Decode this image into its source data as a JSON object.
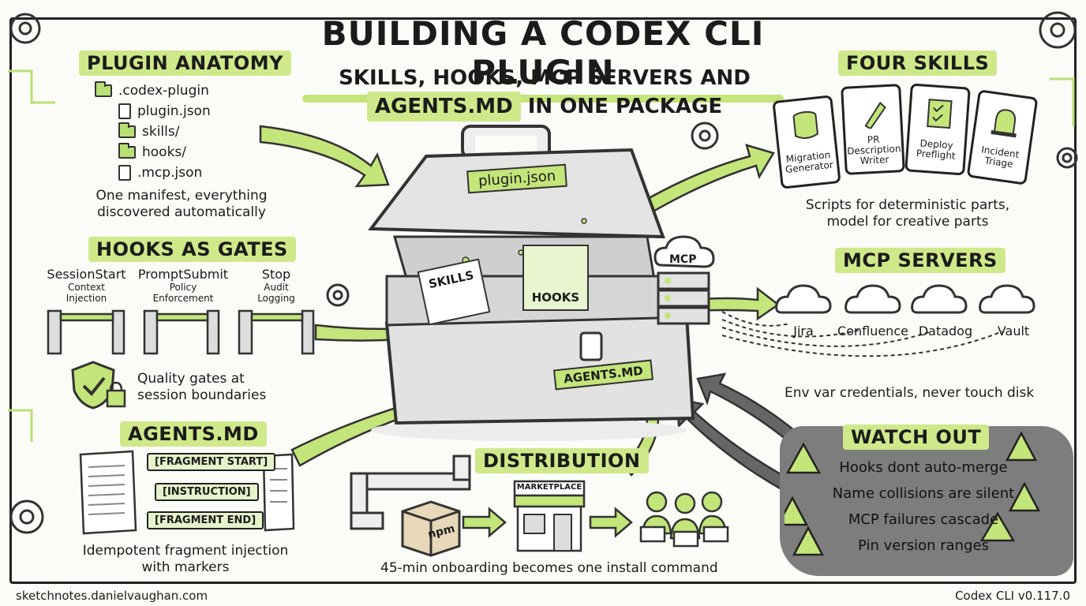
{
  "title": "BUILDING A CODEX CLI PLUGIN",
  "subtitle_line1": "SKILLS, HOOKS, MCP SERVERS AND",
  "subtitle_highlight": "AGENTS.MD",
  "subtitle_line2_rest": "IN ONE PACKAGE",
  "plugin_anatomy": {
    "heading": "PLUGIN ANATOMY",
    "tree": [
      ".codex-plugin",
      "plugin.json",
      "skills/",
      "hooks/",
      ".mcp.json"
    ],
    "caption_line1": "One manifest, everything",
    "caption_line2": "discovered automatically"
  },
  "hooks_gates": {
    "heading": "HOOKS AS GATES",
    "gates": [
      {
        "name": "SessionStart",
        "desc1": "Context",
        "desc2": "Injection"
      },
      {
        "name": "PromptSubmit",
        "desc1": "Policy",
        "desc2": "Enforcement"
      },
      {
        "name": "Stop",
        "desc1": "Audit",
        "desc2": "Logging"
      }
    ],
    "caption_line1": "Quality gates at",
    "caption_line2": "session boundaries"
  },
  "agents_md": {
    "heading": "AGENTS.MD",
    "markers": [
      "[FRAGMENT START]",
      "[INSTRUCTION]",
      "[FRAGMENT END]"
    ],
    "caption_line1": "Idempotent fragment injection",
    "caption_line2": "with markers"
  },
  "center": {
    "manifest_label": "plugin.json",
    "skills_label": "SKILLS",
    "hooks_label": "HOOKS",
    "agents_label": "AGENTS.MD",
    "mcp_label": "MCP"
  },
  "four_skills": {
    "heading": "FOUR SKILLS",
    "cards": [
      {
        "line1": "Migration",
        "line2": "Generator",
        "line3": ""
      },
      {
        "line1": "PR",
        "line2": "Description",
        "line3": "Writer"
      },
      {
        "line1": "Deploy",
        "line2": "Preflight",
        "line3": ""
      },
      {
        "line1": "Incident",
        "line2": "Triage",
        "line3": ""
      }
    ],
    "caption_line1": "Scripts for deterministic parts,",
    "caption_line2": "model for creative parts"
  },
  "mcp_servers": {
    "heading": "MCP SERVERS",
    "servers": [
      "Jira",
      "Confluence",
      "Datadog",
      "Vault"
    ],
    "caption": "Env var credentials, never touch disk"
  },
  "watch_out": {
    "heading": "WATCH OUT",
    "items": [
      "Hooks dont auto-merge",
      "Name collisions are silent",
      "MCP failures cascade",
      "Pin version ranges"
    ]
  },
  "distribution": {
    "heading": "DISTRIBUTION",
    "npm_label": "npm",
    "store_label": "MARKETPLACE",
    "caption": "45-min onboarding becomes one install command"
  },
  "footer": {
    "left": "sketchnotes.danielvaughan.com",
    "right": "Codex CLI v0.117.0"
  },
  "colors": {
    "accent": "#c3e57a",
    "ink": "#1b1b1b",
    "warning_bg": "#7d7d7d"
  }
}
